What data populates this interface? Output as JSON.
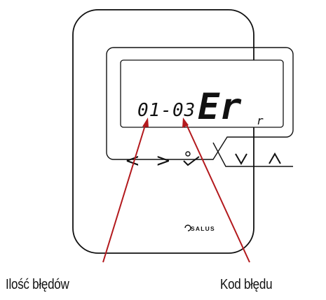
{
  "display": {
    "error_count": "01-03",
    "error_code_label": "Er",
    "error_code_suffix": "r"
  },
  "buttons": {
    "left": "<",
    "right": ">",
    "confirm": "✓",
    "down": "∨",
    "up": "∧"
  },
  "brand": "SALUS",
  "annotations": {
    "left": "Ilość błędów",
    "right": "Kod błędu"
  },
  "colors": {
    "arrow": "#b3191d",
    "outline": "#111111"
  }
}
